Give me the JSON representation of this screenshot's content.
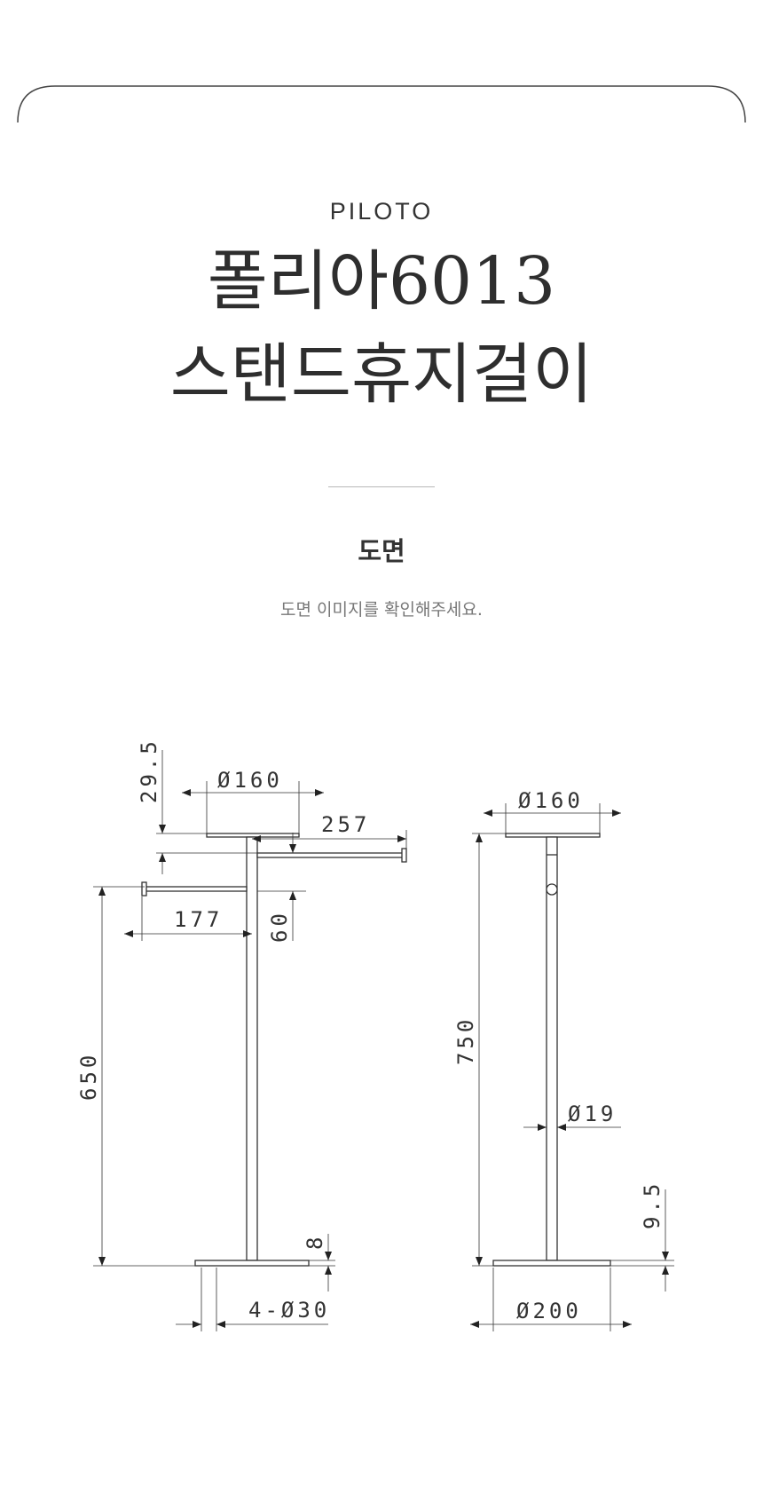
{
  "header": {
    "brand": "PILOTO",
    "title_line1": "폴리아6013",
    "title_line2": "스탠드휴지걸이"
  },
  "section": {
    "title": "도면",
    "description": "도면 이미지를 확인해주세요."
  },
  "drawing": {
    "front_view": {
      "top_plate": "Ø160",
      "top_plate_height": "29.5",
      "right_arm_length": "257",
      "left_arm_length": "177",
      "arm_spacing": "60",
      "arm_height": "650",
      "base_thickness": "8",
      "base_feet": "4-Ø30"
    },
    "side_view": {
      "top_plate": "Ø160",
      "total_height": "750",
      "pole_diameter": "Ø19",
      "base_height": "9.5",
      "base_diameter": "Ø200"
    }
  }
}
